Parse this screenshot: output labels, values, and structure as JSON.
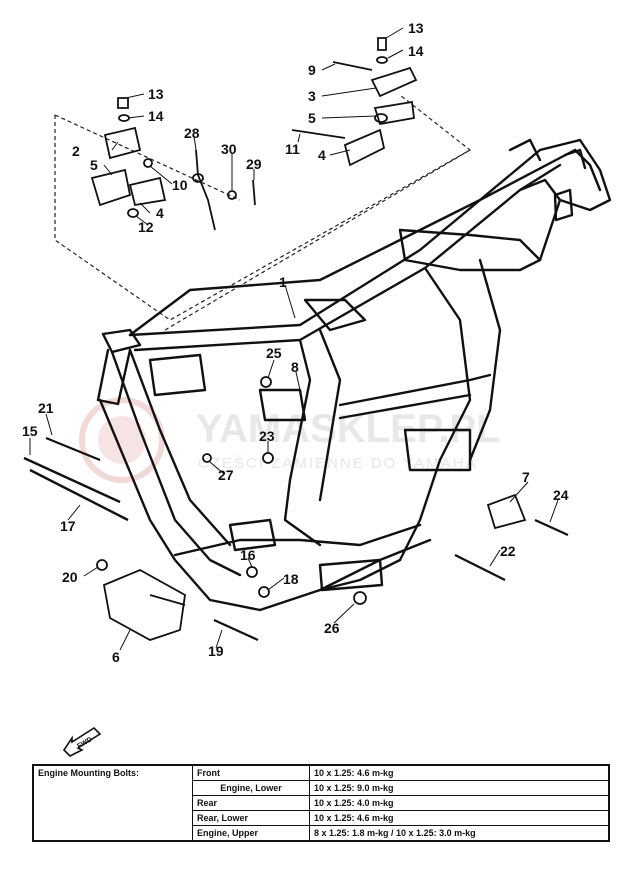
{
  "watermark": {
    "main": "YAMASKLEP.PL",
    "sub": "CZĘŚCI ZAMIENNE DO YAMAHA"
  },
  "fwd_badge": {
    "label": "FWD"
  },
  "callouts": [
    "13",
    "14",
    "9",
    "3",
    "5",
    "11",
    "4",
    "13",
    "14",
    "2",
    "5",
    "28",
    "30",
    "29",
    "10",
    "4",
    "12",
    "1",
    "25",
    "8",
    "21",
    "15",
    "23",
    "27",
    "7",
    "24",
    "17",
    "16",
    "18",
    "22",
    "20",
    "6",
    "19",
    "26"
  ],
  "torque_table": {
    "heading": "Engine Mounting Bolts:",
    "rows": [
      {
        "location": "Front",
        "spec": "10 x 1.25: 4.6 m-kg"
      },
      {
        "location": "Engine, Lower",
        "spec": "10 x 1.25: 9.0 m-kg"
      },
      {
        "location": "Rear",
        "spec": "10 x 1.25: 4.0 m-kg"
      },
      {
        "location": "Rear, Lower",
        "spec": "10 x 1.25: 4.6 m-kg"
      },
      {
        "location": "Engine, Upper",
        "spec": "8 x 1.25: 1.8 m-kg / 10 x 1.25: 3.0 m-kg"
      }
    ]
  }
}
